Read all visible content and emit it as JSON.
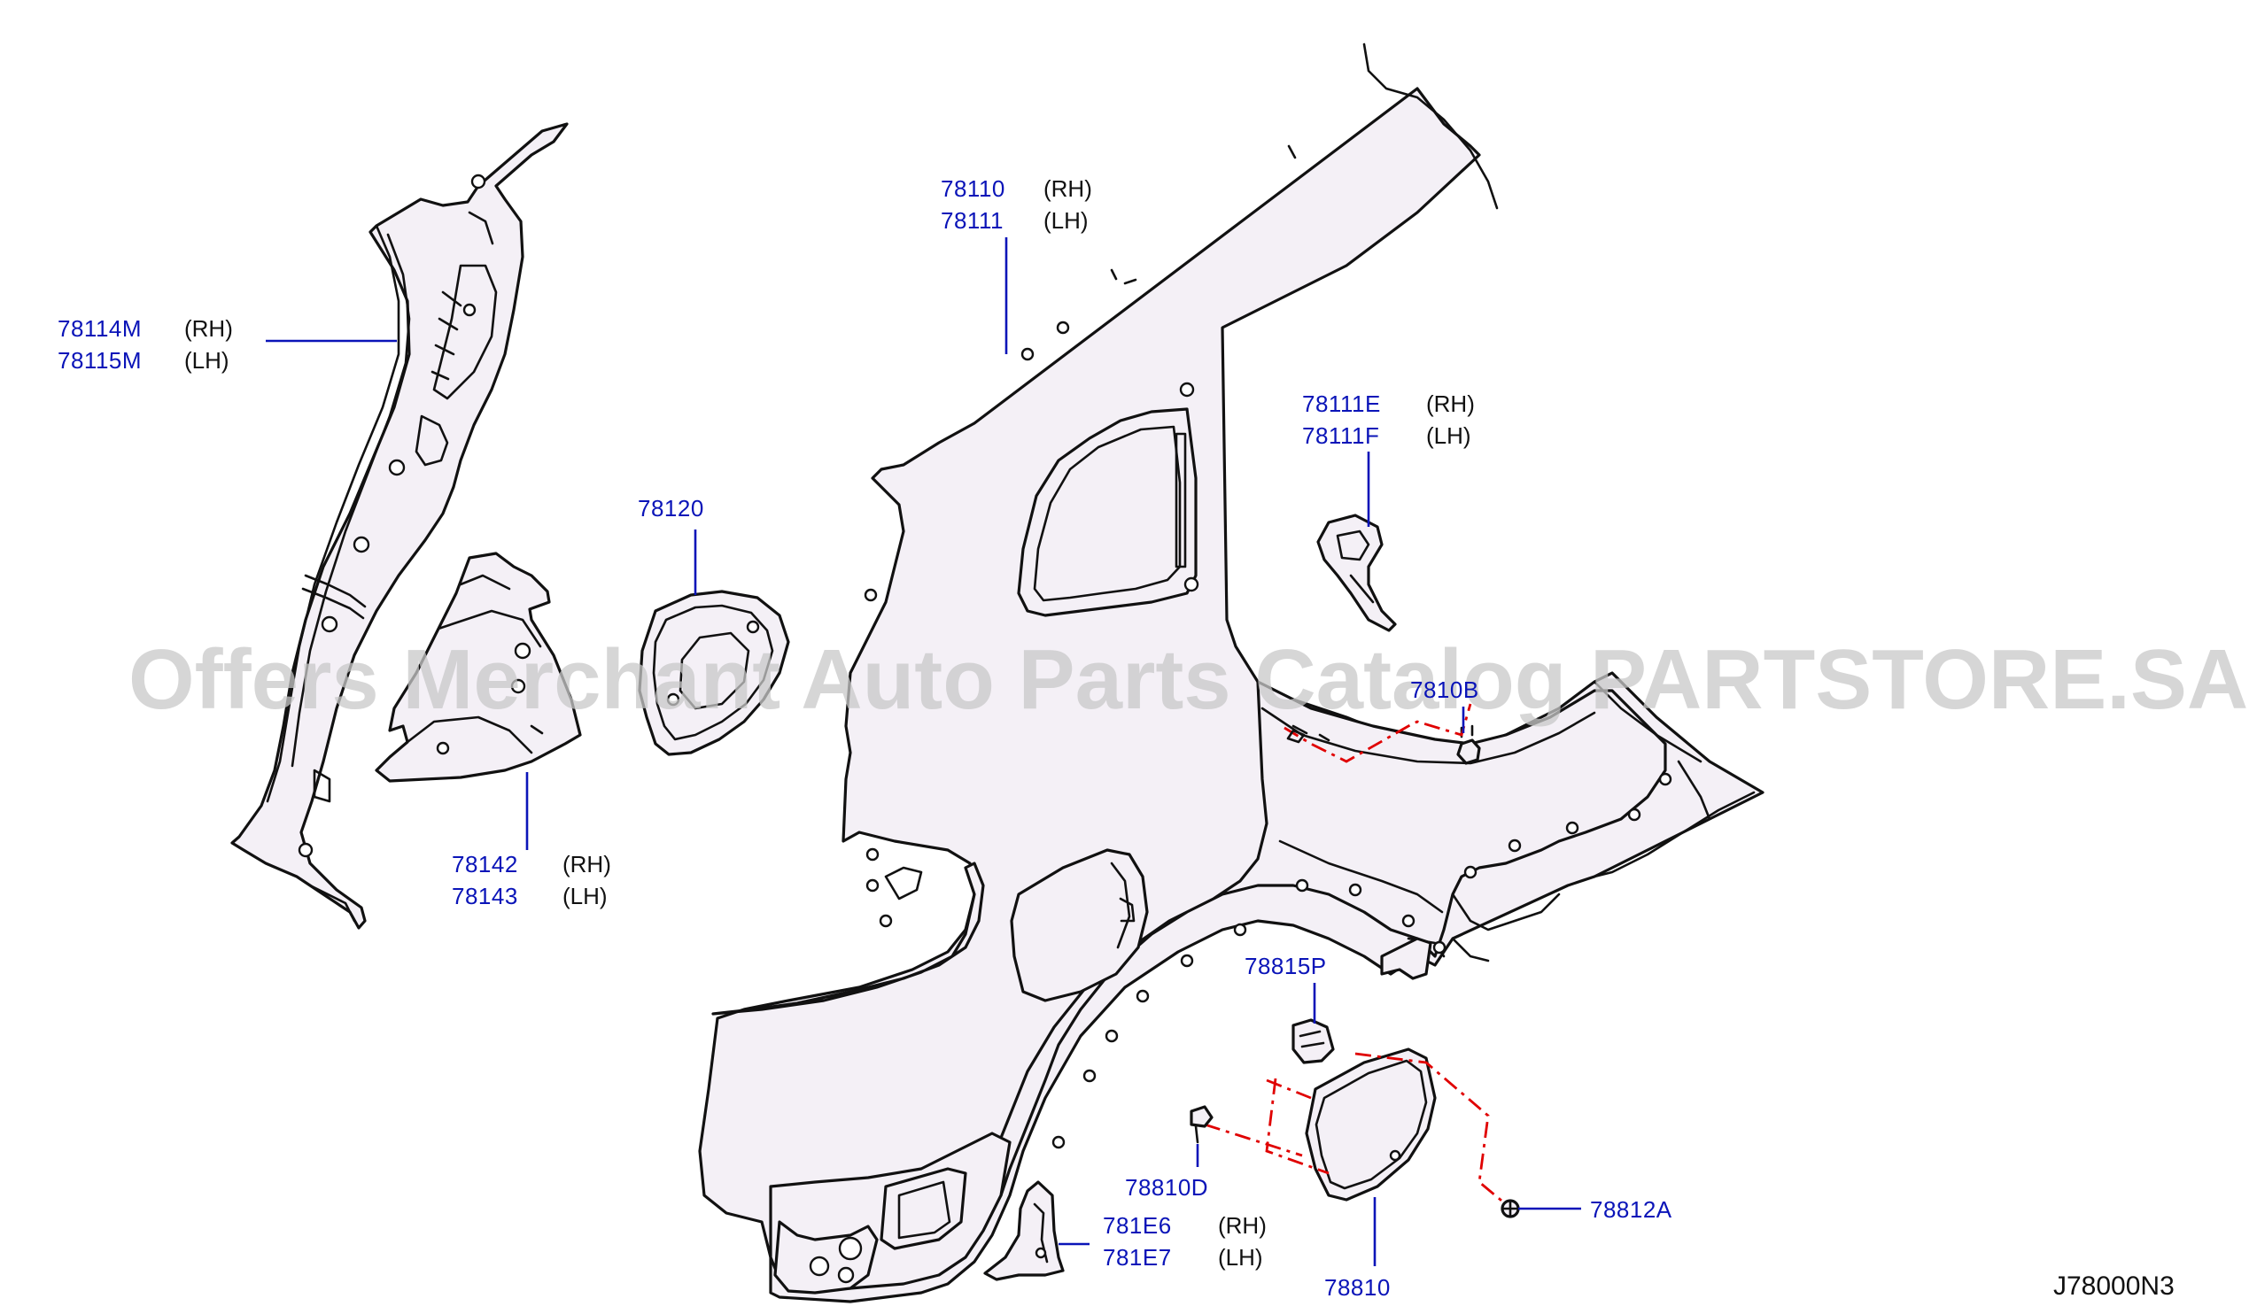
{
  "watermark": "Offers Merchant Auto Parts Catalog PARTSTORE.SA",
  "diagram_code": "J78000N3",
  "colors": {
    "label": "#0a14b8",
    "dashed_guide": "#e00000",
    "outline": "#111111",
    "fill": "#f4f0f6"
  },
  "callouts": {
    "p78114M": "78114M",
    "p78115M": "78115M",
    "p78110": "78110",
    "p78111": "78111",
    "p78120": "78120",
    "p78111E": "78111E",
    "p78111F": "78111F",
    "p7810B": "7810B",
    "p78142": "78142",
    "p78143": "78143",
    "p78815P": "78815P",
    "p78810D": "78810D",
    "p78812A": "78812A",
    "p781E6": "781E6",
    "p781E7": "781E7",
    "p78810": "78810"
  },
  "sides": {
    "rh": "(RH)",
    "lh": "(LH)"
  }
}
